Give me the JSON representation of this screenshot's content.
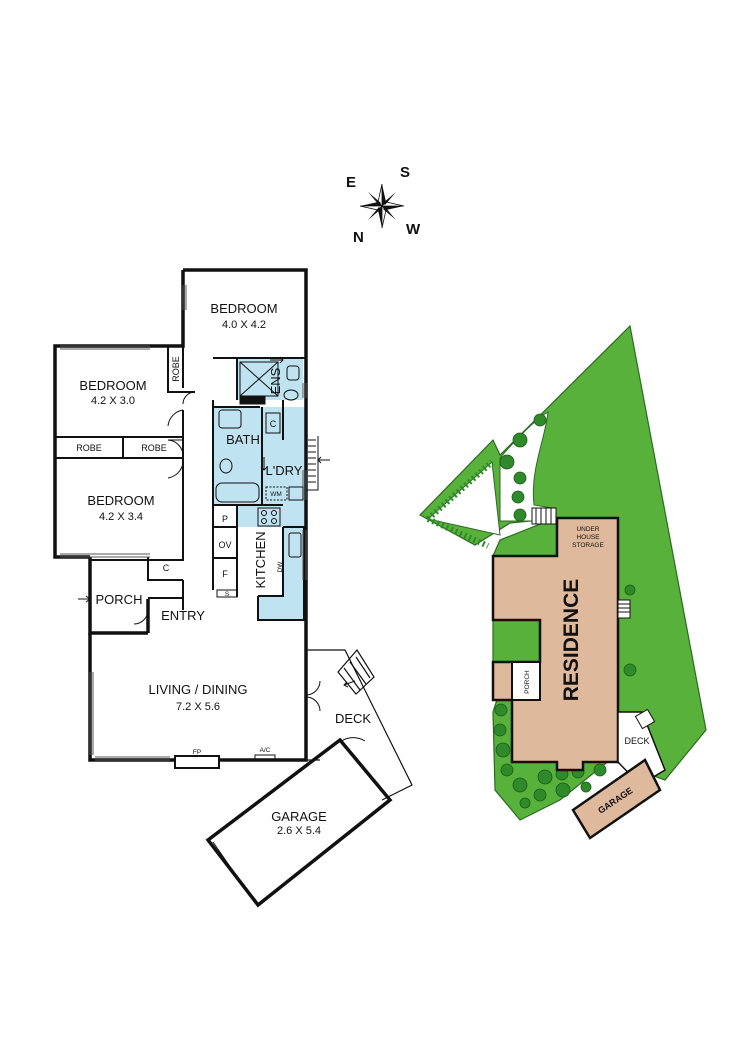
{
  "compass": {
    "e": "E",
    "s": "S",
    "n": "N",
    "w": "W"
  },
  "floor_plan": {
    "bedroom_1": {
      "name": "BEDROOM",
      "dim": "4.0 X 4.2"
    },
    "bedroom_2": {
      "name": "BEDROOM",
      "dim": "4.2 X 3.0"
    },
    "bedroom_3": {
      "name": "BEDROOM",
      "dim": "4.2 X 3.4"
    },
    "robe": "ROBE",
    "ens": "ENS",
    "bath": "BATH",
    "laundry": "L'DRY",
    "cupboard": "C",
    "wm": "WM",
    "pantry": "P",
    "oven": "OV",
    "fridge": "F",
    "kitchen": "KITCHEN",
    "dw": "DW",
    "s": "S",
    "porch": "PORCH",
    "entry": "ENTRY",
    "living": {
      "name": "LIVING / DINING",
      "dim": "7.2 X 5.6"
    },
    "fp": "FP",
    "ac": "A/C",
    "deck": "DECK",
    "garage": {
      "name": "GARAGE",
      "dim": "2.6 X 5.4"
    }
  },
  "site_plan": {
    "residence": "RESIDENCE",
    "under_house_storage": [
      "UNDER",
      "HOUSE",
      "STORAGE"
    ],
    "porch": "PORCH",
    "deck": "DECK",
    "garage": "GARAGE"
  },
  "colors": {
    "wet_areas": "#bfe3f0",
    "residence": "#dfb99c",
    "lawn": "#58b13b",
    "tree": "#2f8a2a",
    "walls": "#111111"
  }
}
